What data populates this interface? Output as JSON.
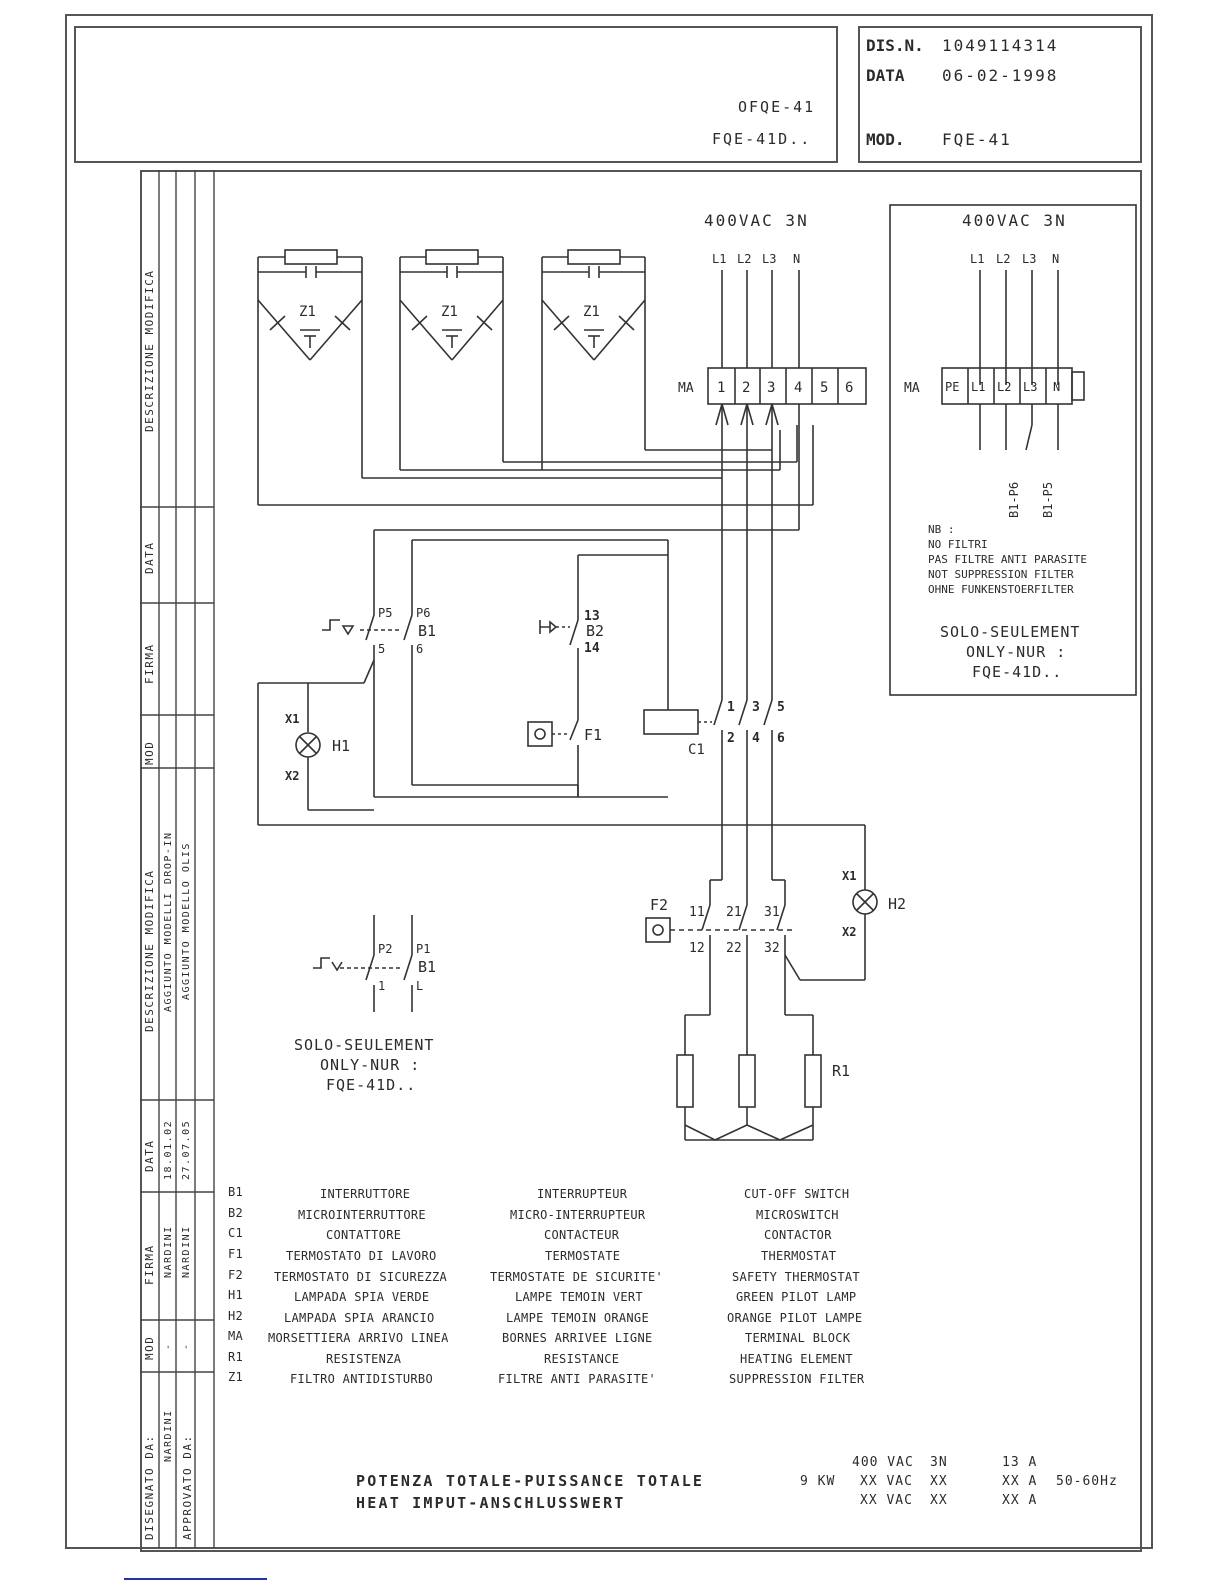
{
  "title_block": {
    "dis_label": "DIS.N.",
    "dis_value": "1049114314",
    "data_label": "DATA",
    "data_value": "06-02-1998",
    "mod_label": "MOD.",
    "mod_value": "FQE-41",
    "model_line1": "OFQE-41",
    "model_line2": "FQE-41D.."
  },
  "revision_table": {
    "col_mod": "MOD",
    "col_firma": "FIRMA",
    "col_data": "DATA",
    "col_descr": "DESCRIZIONE MODIFICA",
    "rows": [
      {
        "mod": "-",
        "firma": "NARDINI",
        "data": "18.01.02",
        "descr": "AGGIUNTO MODELLI DROP-IN"
      },
      {
        "mod": "-",
        "firma": "NARDINI",
        "data": "27.07.05",
        "descr": "AGGIUNTO MODELLO OLIS"
      }
    ],
    "drawn_by_label": "DISEGNATO DA:",
    "drawn_by": "NARDINI",
    "approved_by_label": "APPROVATO DA:"
  },
  "schematic": {
    "supply_main": "400VAC 3N",
    "phases": [
      "L1",
      "L2",
      "L3",
      "N"
    ],
    "terminal_block_label": "MA",
    "terminals_main": [
      "1",
      "2",
      "3",
      "4",
      "5",
      "6"
    ],
    "filter_label": "Z1",
    "switch_b1": "B1",
    "b1_top": [
      "P5",
      "P6"
    ],
    "b1_bottom": [
      "5",
      "6"
    ],
    "switch_b2": "B2",
    "b2_contacts": [
      "13",
      "14"
    ],
    "thermostat_f1": "F1",
    "lamp_h1": "H1",
    "lamp_h2": "H2",
    "lamp_terms": [
      "X1",
      "X2"
    ],
    "contactor_c1": "C1",
    "c1_top": [
      "1",
      "3",
      "5"
    ],
    "c1_bottom": [
      "2",
      "4",
      "6"
    ],
    "thermostat_f2": "F2",
    "f2_top": [
      "11",
      "21",
      "31"
    ],
    "f2_bottom": [
      "12",
      "22",
      "32"
    ],
    "element_r1": "R1"
  },
  "inset_right": {
    "supply": "400VAC 3N",
    "phases": [
      "L1",
      "L2",
      "L3",
      "N"
    ],
    "ma": "MA",
    "terminals": [
      "PE",
      "L1",
      "L2",
      "L3",
      "N"
    ],
    "leads": [
      "B1-P6",
      "B1-P5"
    ],
    "notes": [
      "NB :",
      "NO FILTRI",
      "PAS FILTRE ANTI PARASITE",
      "NOT SUPPRESSION FILTER",
      "OHNE FUNKENSTOERFILTER"
    ],
    "only_lines": [
      "SOLO-SEULEMENT",
      "ONLY-NUR :",
      "FQE-41D.."
    ]
  },
  "inset_left": {
    "b1_top": [
      "P2",
      "P1"
    ],
    "b1_bottom": [
      "1",
      "L"
    ],
    "b1": "B1",
    "only_lines": [
      "SOLO-SEULEMENT",
      "ONLY-NUR :",
      "FQE-41D.."
    ]
  },
  "legend": [
    {
      "code": "B1",
      "it": "INTERRUTTORE",
      "fr": "INTERRUPTEUR",
      "en": "CUT-OFF SWITCH"
    },
    {
      "code": "B2",
      "it": "MICROINTERRUTTORE",
      "fr": "MICRO-INTERRUPTEUR",
      "en": "MICROSWITCH"
    },
    {
      "code": "C1",
      "it": "CONTATTORE",
      "fr": "CONTACTEUR",
      "en": "CONTACTOR"
    },
    {
      "code": "F1",
      "it": "TERMOSTATO DI LAVORO",
      "fr": "TERMOSTATE",
      "en": "THERMOSTAT"
    },
    {
      "code": "F2",
      "it": "TERMOSTATO DI SICUREZZA",
      "fr": "TERMOSTATE DE SICURITE'",
      "en": "SAFETY THERMOSTAT"
    },
    {
      "code": "H1",
      "it": "LAMPADA SPIA VERDE",
      "fr": "LAMPE TEMOIN VERT",
      "en": "GREEN PILOT LAMP"
    },
    {
      "code": "H2",
      "it": "LAMPADA SPIA ARANCIO",
      "fr": "LAMPE TEMOIN ORANGE",
      "en": "ORANGE PILOT LAMPE"
    },
    {
      "code": "MA",
      "it": "MORSETTIERA ARRIVO LINEA",
      "fr": "BORNES ARRIVEE LIGNE",
      "en": "TERMINAL BLOCK"
    },
    {
      "code": "R1",
      "it": "RESISTENZA",
      "fr": "RESISTANCE",
      "en": "HEATING ELEMENT"
    },
    {
      "code": "Z1",
      "it": "FILTRO ANTIDISTURBO",
      "fr": "FILTRE ANTI PARASITE'",
      "en": "SUPPRESSION FILTER"
    }
  ],
  "power": {
    "title_line1": "POTENZA TOTALE-PUISSANCE TOTALE",
    "title_line2": "HEAT IMPUT-ANSCHLUSSWERT",
    "kw": "9 KW",
    "rows": [
      {
        "volt": "400 VAC",
        "phase": "3N",
        "amp": "13 A"
      },
      {
        "volt": "XX VAC",
        "phase": "XX",
        "amp": "XX A"
      },
      {
        "volt": "XX VAC",
        "phase": "XX",
        "amp": "XX A"
      }
    ],
    "freq": "50-60Hz"
  }
}
